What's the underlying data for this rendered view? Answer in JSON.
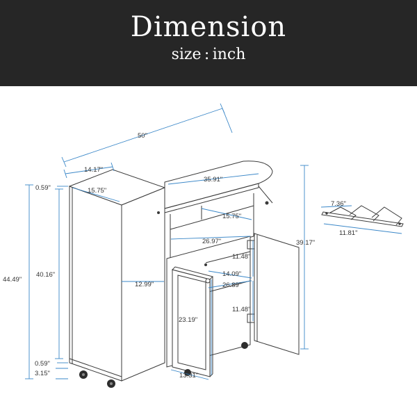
{
  "banner": {
    "title": "Dimension",
    "subtitle": "size : inch"
  },
  "colors": {
    "banner_bg": "#262626",
    "dimension_line": "#3a87c8",
    "outline": "#3a3a3a",
    "label": "#333333"
  },
  "dimensions": {
    "overall_length": "50\"",
    "cabinet_depth": "14.17\"",
    "cabinet_width": "15.75\"",
    "board_length": "35.91\"",
    "top_shelf_depth": "15.75\"",
    "shelf_width": "26.97\"",
    "top_board_gap": "0.59\"",
    "total_height": "44.49\"",
    "cabinet_height": "40.16\"",
    "inner_depth": "12.99\"",
    "shelf_space_upper": "11.48\"",
    "inner_depth_2": "14.09\"",
    "inner_width": "26.89\"",
    "shelf_space_lower": "11.48\"",
    "door_height": "23.19\"",
    "bottom_gap": "0.59\"",
    "wheel_height": "3.15\"",
    "door_width": "13.31\"",
    "board_height": "39.17\"",
    "rack_depth": "7.36\"",
    "rack_width": "11.81\""
  }
}
